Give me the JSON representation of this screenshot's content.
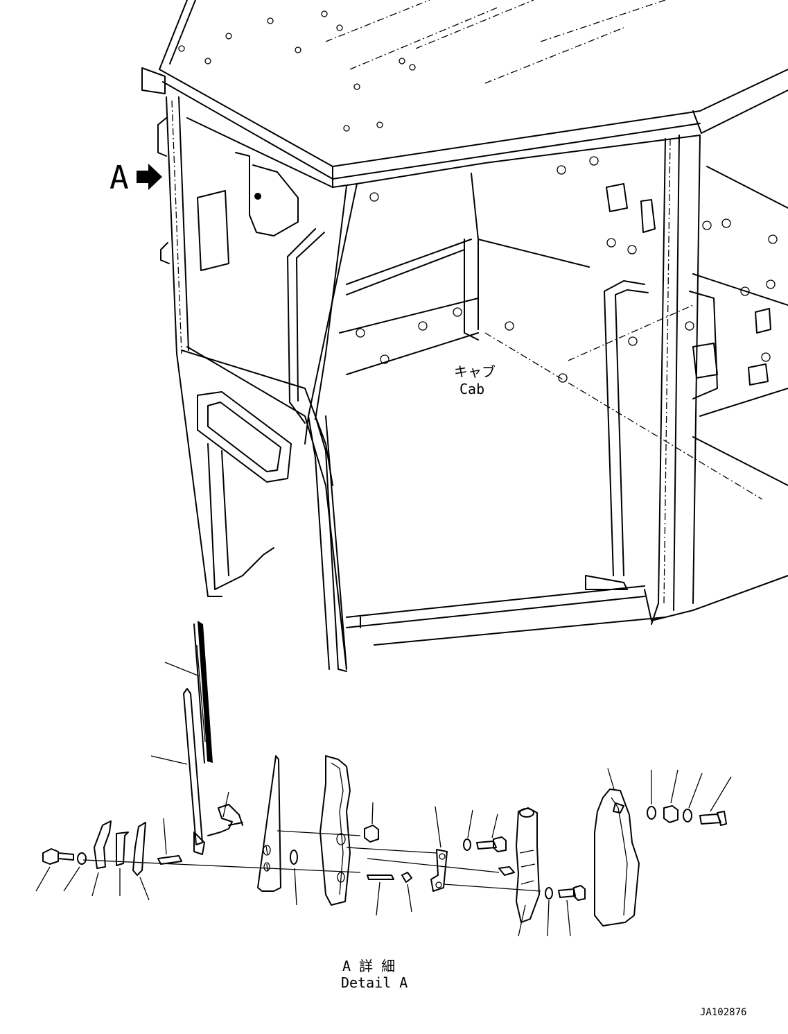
{
  "labels": {
    "view_marker": "A",
    "cab_jp": "キャブ",
    "cab_en": "Cab",
    "detail_jp": "A 詳 細",
    "detail_en": "Detail A",
    "drawing_id": "JA102876"
  }
}
